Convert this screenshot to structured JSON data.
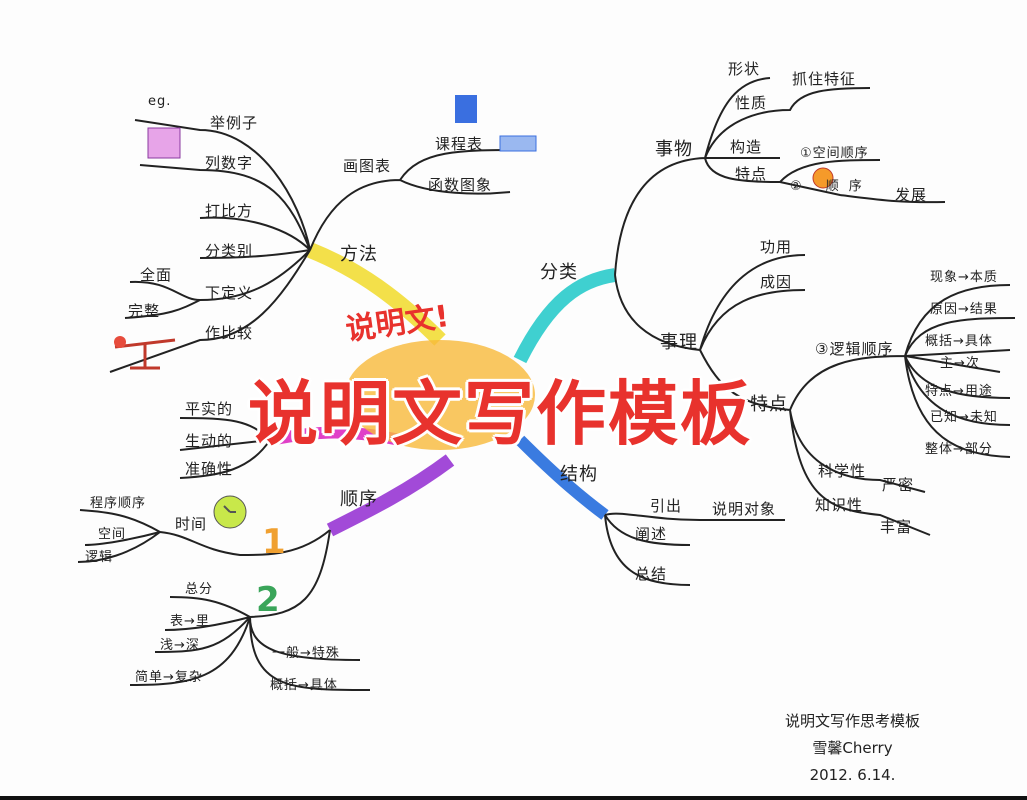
{
  "title": "说明文写作模板",
  "center": {
    "label": "说明文!"
  },
  "colors": {
    "method": "#f3e04a",
    "classify": "#3fd0d0",
    "structure": "#3a7be0",
    "order": "#a24ad8",
    "language": "#e040c8",
    "title": "#e8322d"
  },
  "method": {
    "label": "方法",
    "items": [
      "举例子",
      "列数字",
      "打比方",
      "分类别",
      "下定义",
      "作比较"
    ],
    "eg": "eg.",
    "define_sub": [
      "全面",
      "完整"
    ],
    "chart": {
      "label": "画图表",
      "items": [
        "课程表",
        "函数图象"
      ]
    }
  },
  "classify": {
    "label": "分类",
    "thing": {
      "label": "事物",
      "shape": "形状",
      "nature": "性质",
      "grasp": "抓住特征",
      "structure": "构造",
      "feature": "特点",
      "space": "①空间顺序",
      "time": "② 顺序",
      "develop": "发展"
    },
    "reason": {
      "label": "事理",
      "use": "功用",
      "cause": "成因"
    },
    "features": {
      "label": "特点",
      "logic": "③逻辑顺序",
      "logic_items": [
        "现象→本质",
        "原因→结果",
        "概括→具体",
        "主→次",
        "特点→用途",
        "已知→未知",
        "整体→部分"
      ],
      "science": "科学性",
      "strict": "严密",
      "knowledge": "知识性",
      "rich": "丰富"
    }
  },
  "structure": {
    "label": "结构",
    "intro": "引出",
    "object": "说明对象",
    "explain": "阐述",
    "summary": "总结"
  },
  "order": {
    "label": "顺序",
    "one": "1",
    "time": "时间",
    "time_items": [
      "程序顺序",
      "空间",
      "逻辑"
    ],
    "two": "2",
    "two_items": [
      "总分",
      "表→里",
      "浅→深",
      "简单→复杂",
      "一般→特殊",
      "概括→具体"
    ]
  },
  "language": {
    "items": [
      "平实的",
      "生动的",
      "准确性"
    ]
  },
  "signature": {
    "line1": "说明文写作思考模板",
    "line2": "雪馨Cherry",
    "date": "2012. 6.14."
  }
}
